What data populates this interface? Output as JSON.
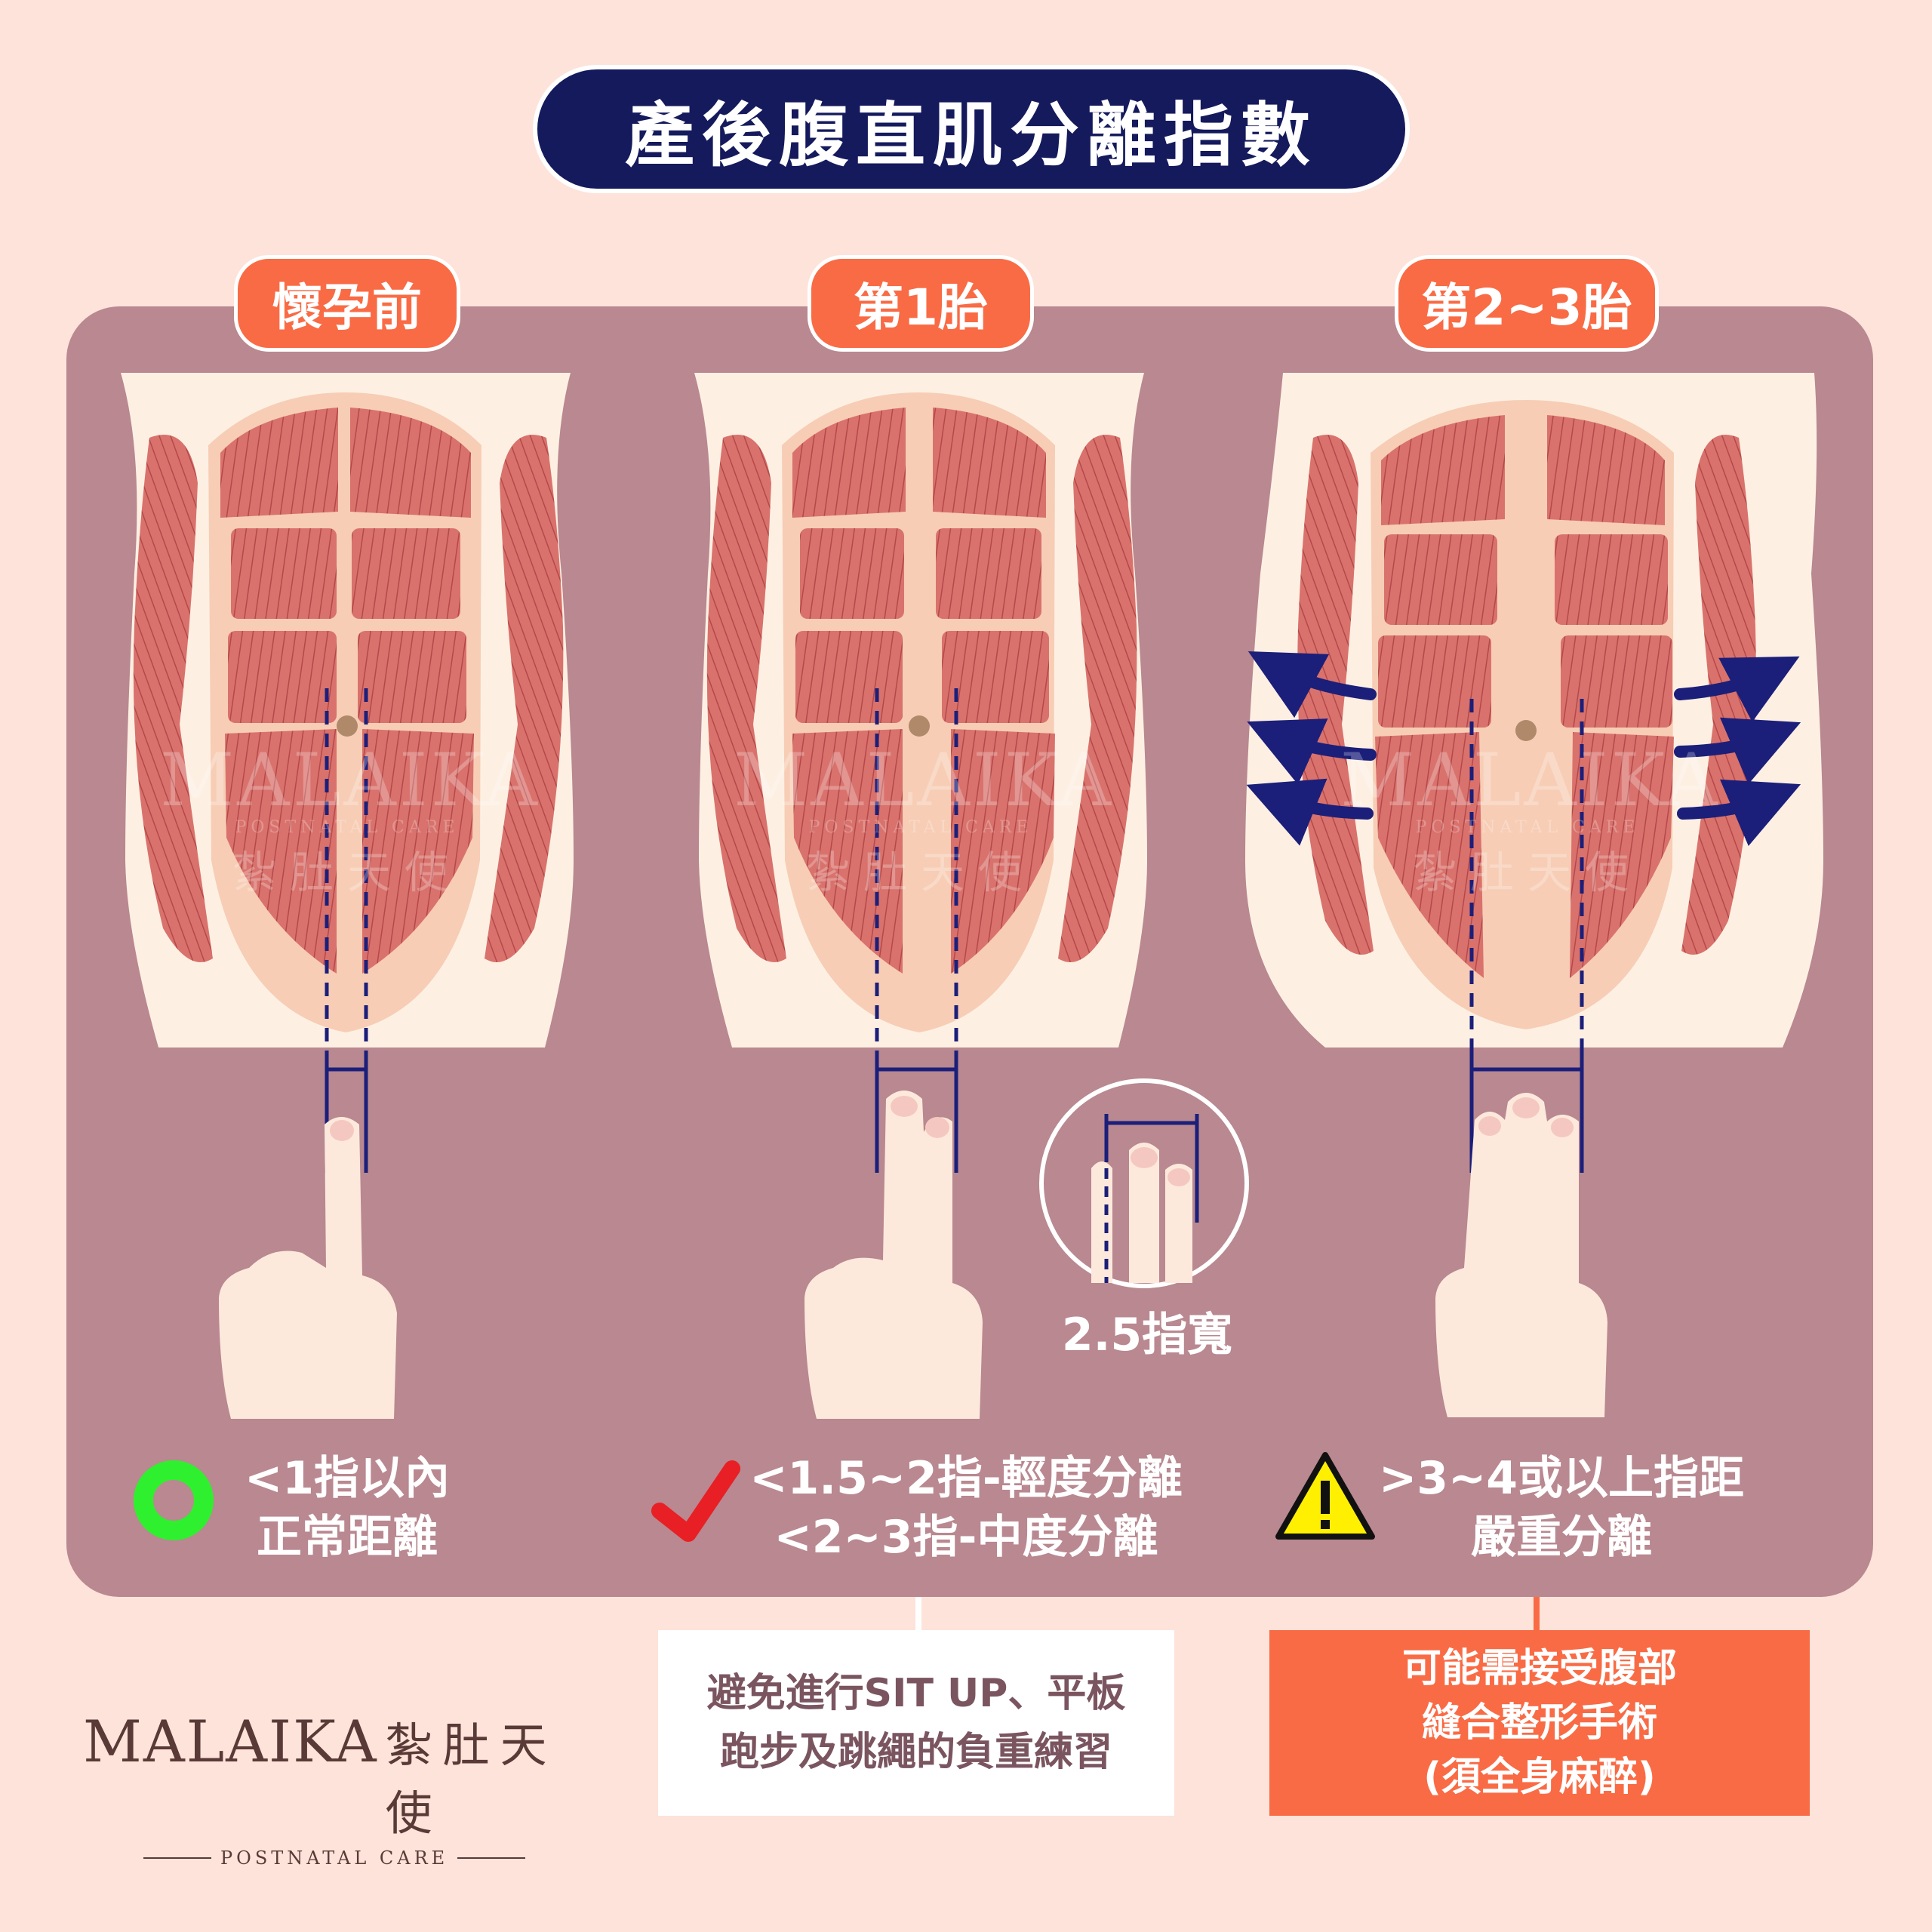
{
  "title": "產後腹直肌分離指數",
  "stages": [
    {
      "label": "懷孕前",
      "caption_line1": "<1指以內",
      "caption_line2": "正常距離",
      "status_icon": "green-circle-icon"
    },
    {
      "label": "第1胎",
      "caption_line1": "<1.5~2指-輕度分離",
      "caption_line2": "<2~3指-中度分離",
      "status_icon": "red-check-icon"
    },
    {
      "label": "第2~3胎",
      "caption_line1": ">3~4或以上指距",
      "caption_line2": "嚴重分離",
      "status_icon": "warning-triangle-icon"
    }
  ],
  "inset_label": "2.5指寬",
  "advice_box": {
    "line1": "避免進行SIT UP、平板",
    "line2": "跑步及跳繩的負重練習"
  },
  "surgery_box": {
    "line1": "可能需接受腹部",
    "line2": "縫合整形手術",
    "line3": "(須全身麻醉)"
  },
  "watermark": {
    "brand": "MALAIKA",
    "sub": "POSTNATAL CARE",
    "cn": "紮肚天使"
  },
  "logo": {
    "brand": "MALAIKA",
    "cn": "紮肚天使",
    "sub": "POSTNATAL CARE"
  },
  "colors": {
    "background": "#fde3da",
    "panel": "#b98890",
    "title_bg": "#141a5c",
    "accent": "#f96b45",
    "muscle": "#d9726c",
    "skin": "#fdf0e3",
    "arrow": "#1b1f7a"
  }
}
